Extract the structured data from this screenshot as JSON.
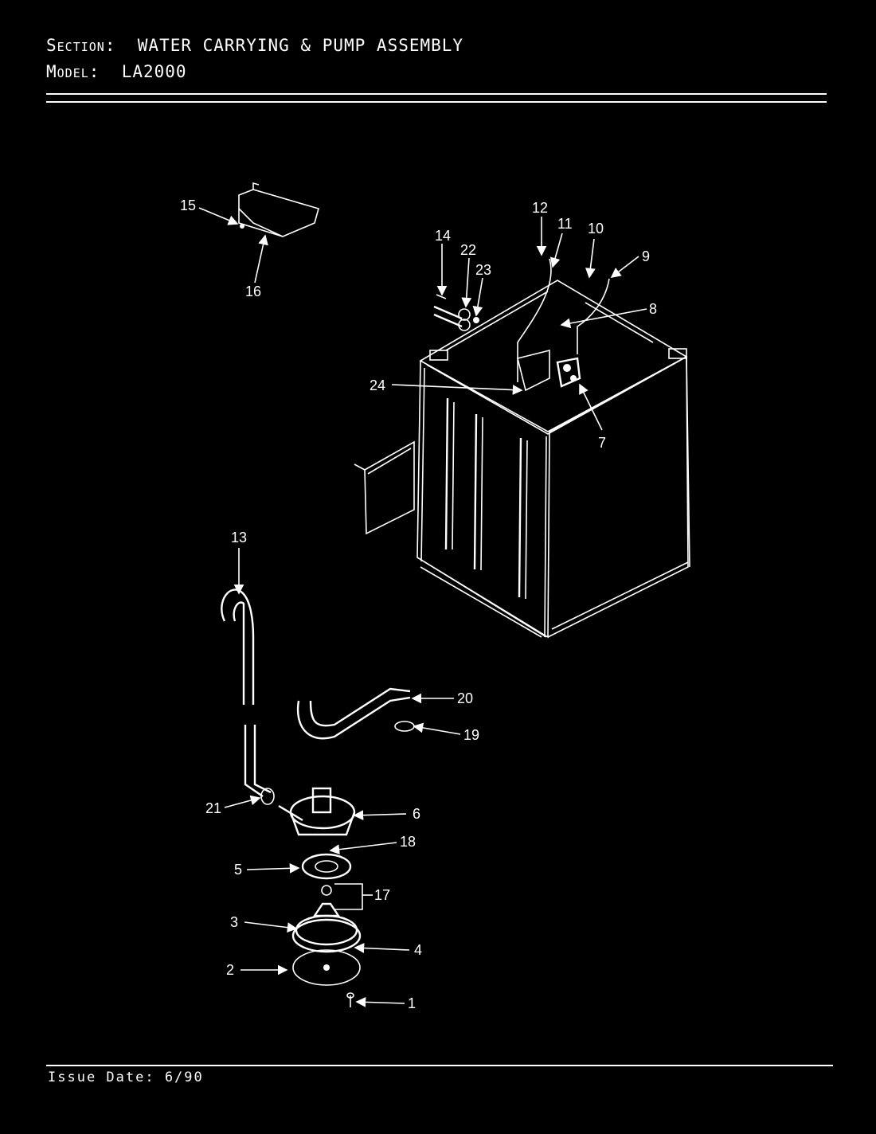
{
  "header": {
    "section_key": "Section:",
    "section_value": "WATER CARRYING & PUMP ASSEMBLY",
    "model_key": "Model:",
    "model_value": "LA2000"
  },
  "footer": {
    "issue_date": "Issue Date: 6/90"
  },
  "callouts": [
    "1",
    "2",
    "3",
    "4",
    "5",
    "6",
    "7",
    "8",
    "9",
    "10",
    "11",
    "12",
    "13",
    "14",
    "15",
    "16",
    "17",
    "18",
    "19",
    "20",
    "21",
    "22",
    "23",
    "24"
  ],
  "colors": {
    "background": "#000000",
    "foreground": "#ffffff"
  }
}
